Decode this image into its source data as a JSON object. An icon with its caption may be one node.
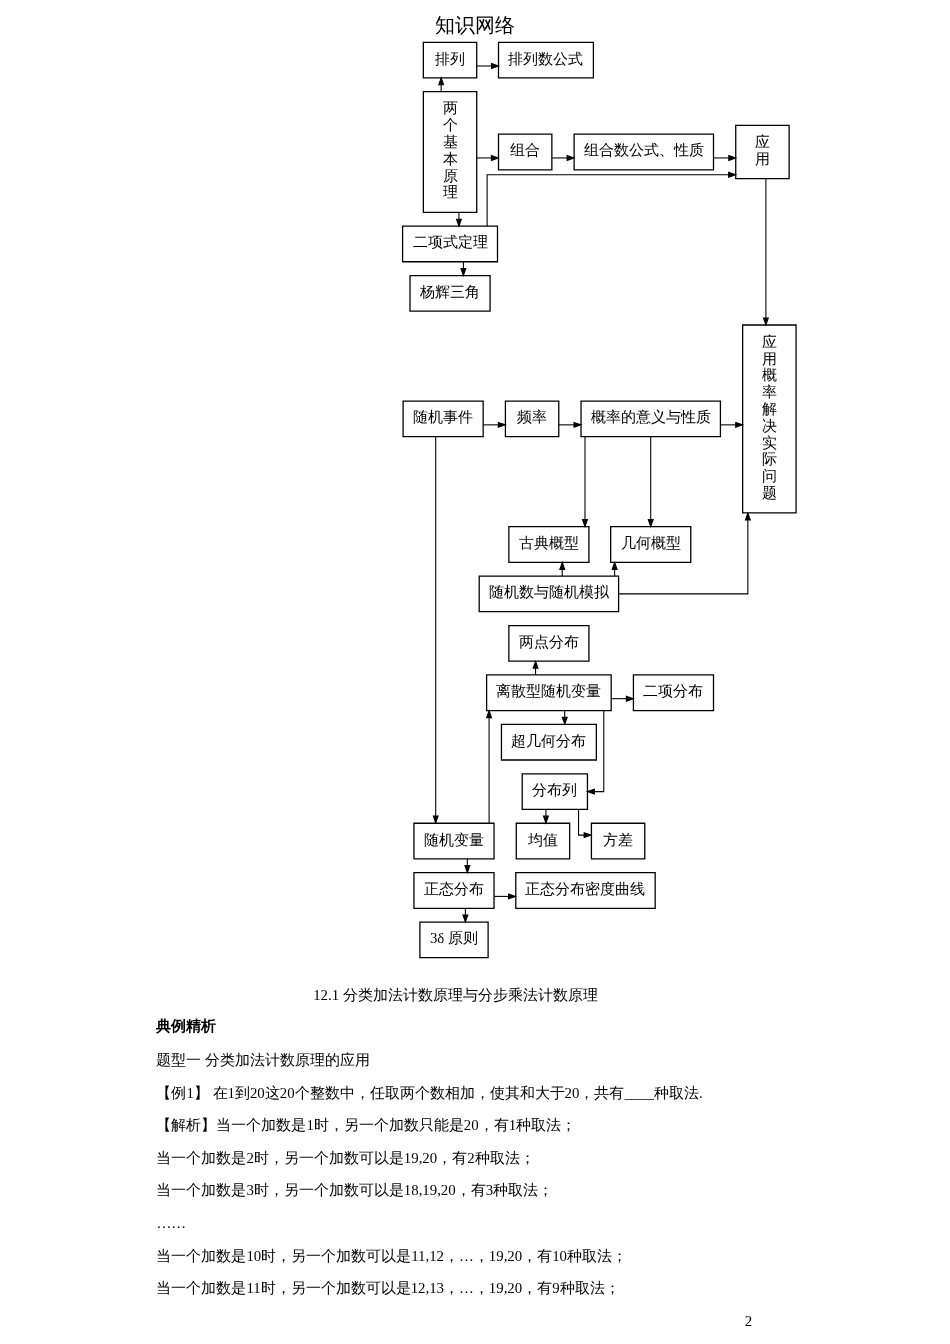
{
  "diagram": {
    "title": "知识网络",
    "nodes": [
      {
        "text": [
          "两个基本原理"
        ]
      },
      {
        "text": [
          "排列"
        ]
      },
      {
        "text": [
          "排列数公式"
        ]
      },
      {
        "text": [
          "组合"
        ]
      },
      {
        "text": [
          "组合数公式、性质"
        ]
      },
      {
        "text": [
          "应用"
        ]
      },
      {
        "text": [
          "二项式定理"
        ]
      },
      {
        "text": [
          "杨辉三角"
        ]
      },
      {
        "text": [
          "随机事件"
        ]
      },
      {
        "text": [
          "频率"
        ]
      },
      {
        "text": [
          "概率的意义与性质"
        ]
      },
      {
        "text": [
          "应用概率解决实际问题"
        ]
      },
      {
        "text": [
          "古典概型"
        ]
      },
      {
        "text": [
          "几何概型"
        ]
      },
      {
        "text": [
          "随机数与随机模拟"
        ]
      },
      {
        "text": [
          "离散型随机变量"
        ]
      },
      {
        "text": [
          "两点分布"
        ]
      },
      {
        "text": [
          "二项分布"
        ]
      },
      {
        "text": [
          "超几何分布"
        ]
      },
      {
        "text": [
          "分布列"
        ]
      },
      {
        "text": [
          "均值"
        ]
      },
      {
        "text": [
          "方差"
        ]
      },
      {
        "text": [
          "随机变量"
        ]
      },
      {
        "text": [
          "正态分布"
        ]
      },
      {
        "text": [
          "正态分布密度曲线"
        ]
      },
      {
        "text": [
          "3δ 原则"
        ]
      }
    ],
    "edges": [
      {
        "from": 0,
        "to": 1,
        "arrow": "to"
      },
      {
        "from": 0,
        "to": 3,
        "arrow": "to"
      },
      {
        "from": 1,
        "to": 2,
        "arrow": "to"
      },
      {
        "from": 3,
        "to": 4,
        "arrow": "to"
      },
      {
        "from": 4,
        "to": 5,
        "arrow": "to"
      },
      {
        "from": 0,
        "to": 6,
        "arrow": "to"
      },
      {
        "from": 6,
        "to": 5,
        "arrow": "to"
      },
      {
        "from": 6,
        "to": 7,
        "arrow": "to"
      },
      {
        "from": 5,
        "to": 11,
        "arrow": "to"
      },
      {
        "from": 8,
        "to": 9,
        "arrow": "to"
      },
      {
        "from": 9,
        "to": 10,
        "arrow": "to"
      },
      {
        "from": 10,
        "to": 11,
        "arrow": "to"
      },
      {
        "from": 10,
        "to": 12,
        "arrow": "to"
      },
      {
        "from": 10,
        "to": 13,
        "arrow": "to"
      },
      {
        "from": 14,
        "to": 12,
        "arrow": "to"
      },
      {
        "from": 14,
        "to": 13,
        "arrow": "to"
      },
      {
        "from": 14,
        "to": 11,
        "arrow": "to"
      },
      {
        "from": 8,
        "to": 22,
        "arrow": "to"
      },
      {
        "from": 22,
        "to": 15,
        "arrow": "to"
      },
      {
        "from": 22,
        "to": 23,
        "arrow": "to"
      },
      {
        "from": 15,
        "to": 16,
        "arrow": "to"
      },
      {
        "from": 15,
        "to": 17,
        "arrow": "to"
      },
      {
        "from": 15,
        "to": 18,
        "arrow": "to"
      },
      {
        "from": 15,
        "to": 19,
        "arrow": "to"
      },
      {
        "from": 19,
        "to": 20,
        "arrow": "to"
      },
      {
        "from": 19,
        "to": 21,
        "arrow": "to"
      },
      {
        "from": 23,
        "to": 24,
        "arrow": "to"
      },
      {
        "from": 23,
        "to": 25,
        "arrow": "to"
      }
    ],
    "labels": [
      "12.1 分类加法计数原理与分步乘法计数原理",
      "典例精析",
      "题型一 分类加法计数原理的应用",
      "【例1】 在1到20这20个整数中，任取两个数相加，使其和大于20，共有____种取法.",
      "【解析】当一个加数是1时，另一个加数只能是20，有1种取法；",
      "当一个加数是2时，另一个加数可以是19,20，有2种取法；",
      "当一个加数是3时，另一个加数可以是18,19,20，有3种取法；",
      "……",
      "当一个加数是10时，另一个加数可以是11,12，…，19,20，有10种取法；",
      "当一个加数是11时，另一个加数可以是12,13，…，19,20，有9种取法；",
      "2"
    ]
  }
}
